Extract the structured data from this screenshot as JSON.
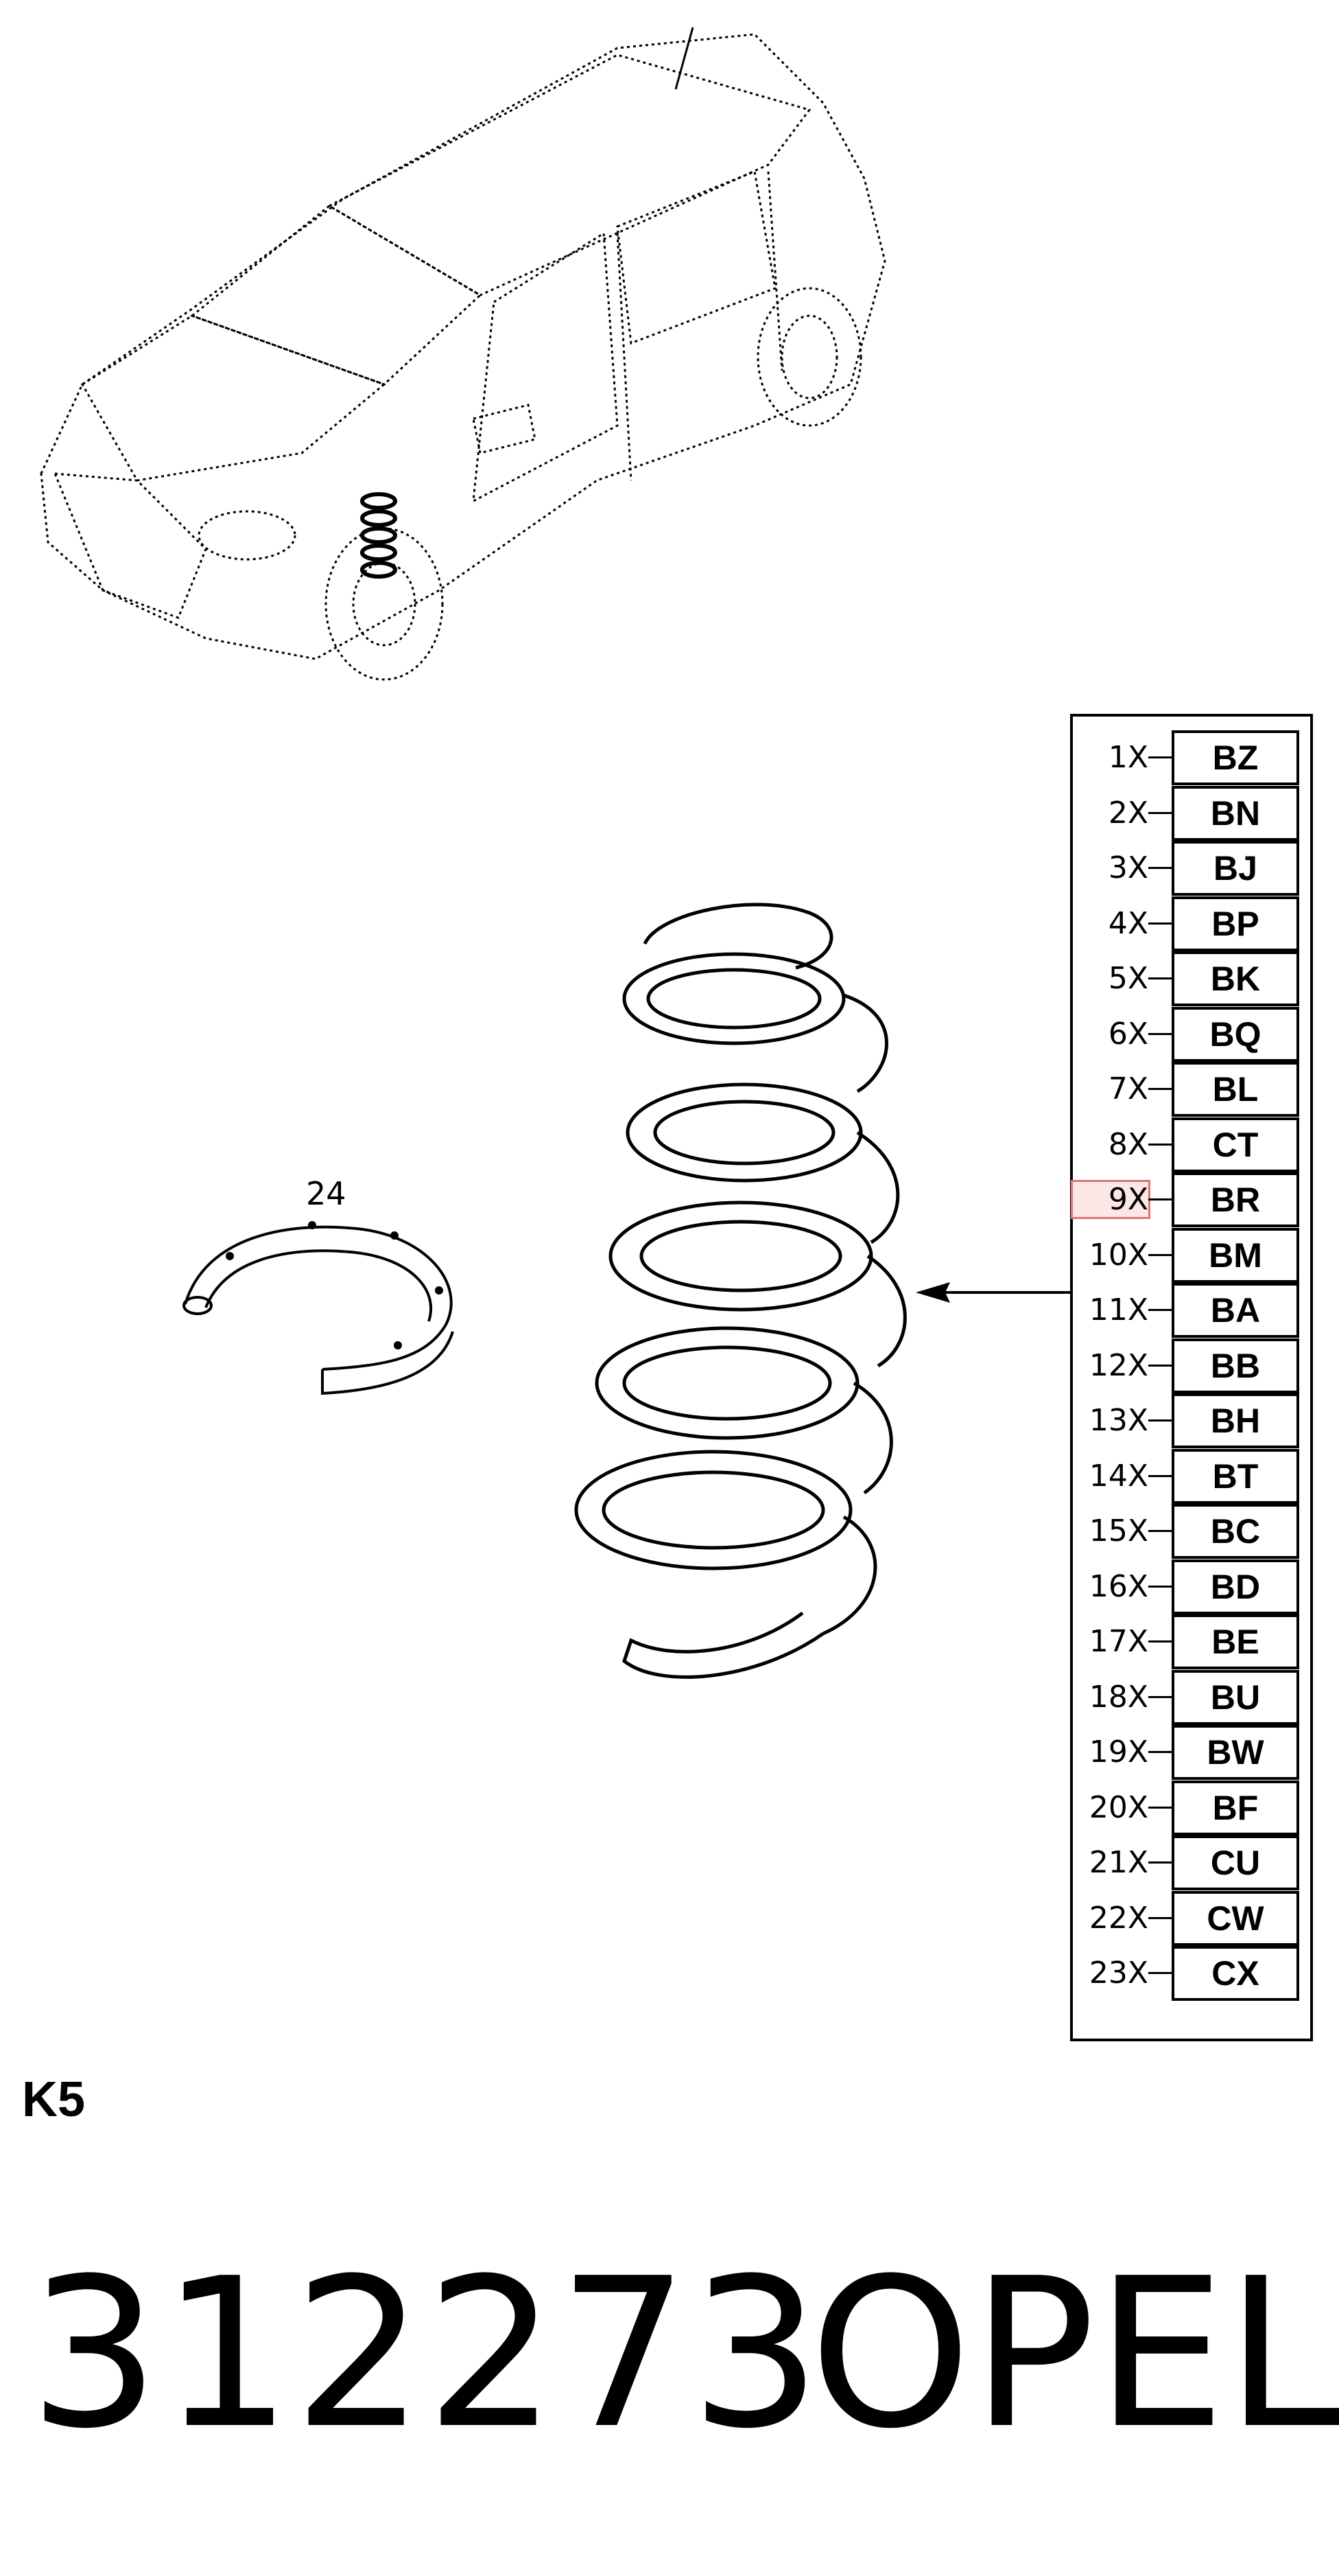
{
  "diagram": {
    "part_number_label": "24",
    "section_code": "K5",
    "footer": {
      "number": "312273",
      "brand": "OPEL"
    },
    "colors": {
      "line": "#000000",
      "highlight": "#e06060"
    },
    "code_table": [
      {
        "qty": "1X",
        "code": "BZ"
      },
      {
        "qty": "2X",
        "code": "BN"
      },
      {
        "qty": "3X",
        "code": "BJ"
      },
      {
        "qty": "4X",
        "code": "BP"
      },
      {
        "qty": "5X",
        "code": "BK"
      },
      {
        "qty": "6X",
        "code": "BQ"
      },
      {
        "qty": "7X",
        "code": "BL"
      },
      {
        "qty": "8X",
        "code": "CT"
      },
      {
        "qty": "9X",
        "code": "BR",
        "highlighted": true
      },
      {
        "qty": "10X",
        "code": "BM"
      },
      {
        "qty": "11X",
        "code": "BA"
      },
      {
        "qty": "12X",
        "code": "BB"
      },
      {
        "qty": "13X",
        "code": "BH"
      },
      {
        "qty": "14X",
        "code": "BT"
      },
      {
        "qty": "15X",
        "code": "BC"
      },
      {
        "qty": "16X",
        "code": "BD"
      },
      {
        "qty": "17X",
        "code": "BE"
      },
      {
        "qty": "18X",
        "code": "BU"
      },
      {
        "qty": "19X",
        "code": "BW"
      },
      {
        "qty": "20X",
        "code": "BF"
      },
      {
        "qty": "21X",
        "code": "CU"
      },
      {
        "qty": "22X",
        "code": "CW"
      },
      {
        "qty": "23X",
        "code": "CX"
      }
    ]
  }
}
